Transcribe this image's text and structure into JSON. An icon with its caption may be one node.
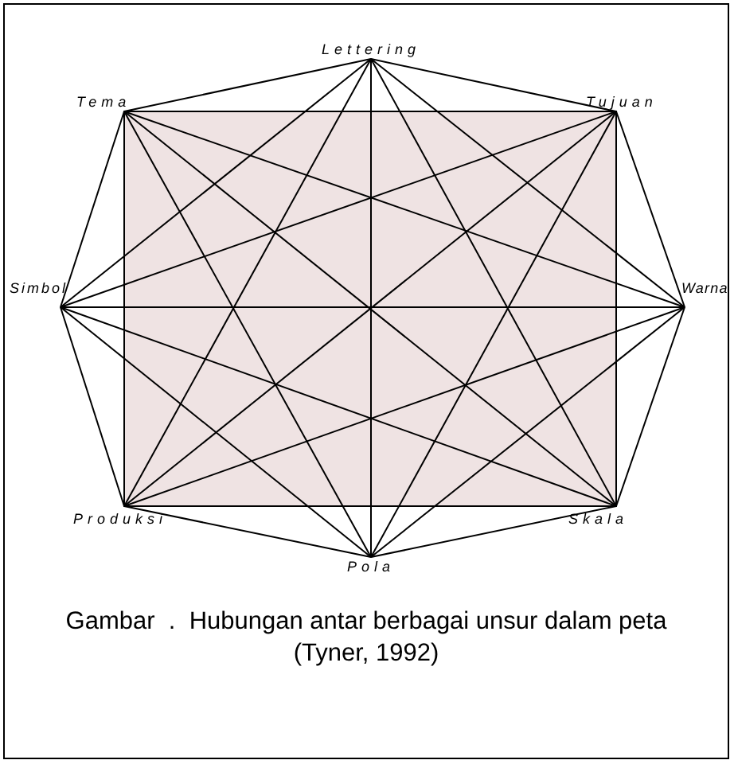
{
  "diagram": {
    "caption": "Gambar  .  Hubungan antar berbagai unsur dalam peta (Tyner, 1992)",
    "nodes": [
      {
        "text": [
          "Lettering"
        ]
      },
      {
        "text": [
          "Tema"
        ]
      },
      {
        "text": [
          "Tujuan"
        ]
      },
      {
        "text": [
          "Simbol"
        ]
      },
      {
        "text": [
          "Warna"
        ]
      },
      {
        "text": [
          "Produksi"
        ]
      },
      {
        "text": [
          "Skala"
        ]
      },
      {
        "text": [
          "Pola"
        ]
      }
    ],
    "edges": [
      {
        "from": 0,
        "to": 1,
        "arrow": "none"
      },
      {
        "from": 0,
        "to": 2,
        "arrow": "none"
      },
      {
        "from": 0,
        "to": 3,
        "arrow": "none"
      },
      {
        "from": 0,
        "to": 4,
        "arrow": "none"
      },
      {
        "from": 0,
        "to": 5,
        "arrow": "none"
      },
      {
        "from": 0,
        "to": 6,
        "arrow": "none"
      },
      {
        "from": 0,
        "to": 7,
        "arrow": "none"
      },
      {
        "from": 1,
        "to": 2,
        "arrow": "none"
      },
      {
        "from": 1,
        "to": 3,
        "arrow": "none"
      },
      {
        "from": 1,
        "to": 4,
        "arrow": "none"
      },
      {
        "from": 1,
        "to": 5,
        "arrow": "none"
      },
      {
        "from": 1,
        "to": 6,
        "arrow": "none"
      },
      {
        "from": 1,
        "to": 7,
        "arrow": "none"
      },
      {
        "from": 2,
        "to": 3,
        "arrow": "none"
      },
      {
        "from": 2,
        "to": 4,
        "arrow": "none"
      },
      {
        "from": 2,
        "to": 5,
        "arrow": "none"
      },
      {
        "from": 2,
        "to": 6,
        "arrow": "none"
      },
      {
        "from": 2,
        "to": 7,
        "arrow": "none"
      },
      {
        "from": 3,
        "to": 4,
        "arrow": "none"
      },
      {
        "from": 3,
        "to": 5,
        "arrow": "none"
      },
      {
        "from": 3,
        "to": 6,
        "arrow": "none"
      },
      {
        "from": 3,
        "to": 7,
        "arrow": "none"
      },
      {
        "from": 4,
        "to": 5,
        "arrow": "none"
      },
      {
        "from": 4,
        "to": 6,
        "arrow": "none"
      },
      {
        "from": 4,
        "to": 7,
        "arrow": "none"
      },
      {
        "from": 5,
        "to": 6,
        "arrow": "none"
      },
      {
        "from": 5,
        "to": 7,
        "arrow": "none"
      },
      {
        "from": 6,
        "to": 7,
        "arrow": "none"
      }
    ]
  }
}
